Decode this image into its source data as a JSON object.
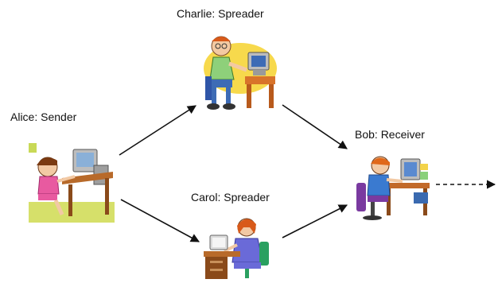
{
  "nodes": {
    "charlie": {
      "label": "Charlie: Spreader",
      "icon": "person-at-computer-icon"
    },
    "alice": {
      "label": "Alice: Sender",
      "icon": "girl-at-computer-icon"
    },
    "bob": {
      "label": "Bob: Receiver",
      "icon": "woman-at-computer-icon"
    },
    "carol": {
      "label": "Carol: Spreader",
      "icon": "woman-at-computer-icon"
    }
  },
  "edges": [
    {
      "from": "alice",
      "to": "charlie",
      "style": "solid"
    },
    {
      "from": "alice",
      "to": "carol",
      "style": "solid"
    },
    {
      "from": "charlie",
      "to": "bob",
      "style": "solid"
    },
    {
      "from": "carol",
      "to": "bob",
      "style": "solid"
    },
    {
      "from": "bob",
      "to": "onward",
      "style": "dashed"
    }
  ],
  "colors": {
    "arrow": "#111111"
  }
}
